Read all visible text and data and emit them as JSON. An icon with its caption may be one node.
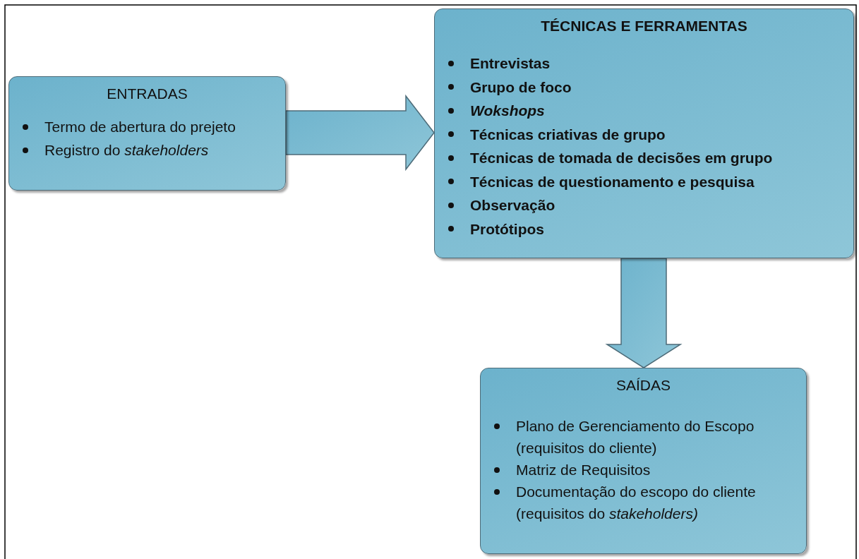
{
  "diagram": {
    "nodes": [
      {
        "text": [
          "ENTRADAS",
          "Termo de abertura do prejeto",
          "Registro do *stakeholders*"
        ]
      },
      {
        "text": [
          "TÉCNICAS E FERRAMENTAS",
          "Entrevistas",
          "Grupo de foco",
          "*Wokshops*",
          "Técnicas criativas de grupo",
          "Técnicas de tomada de decisões em grupo",
          "Técnicas de questionamento e pesquisa",
          "Observação",
          "Protótipos"
        ]
      },
      {
        "text": [
          "SAÍDAS",
          "Plano de Gerenciamento do Escopo (requisitos do cliente)",
          "Matriz de Requisitos",
          "Documentação do escopo do cliente (requisitos do *stakeholders)*"
        ]
      }
    ],
    "edges": [
      {
        "from": 0,
        "to": 1,
        "arrow": "to"
      },
      {
        "from": 1,
        "to": 2,
        "arrow": "to"
      }
    ]
  }
}
